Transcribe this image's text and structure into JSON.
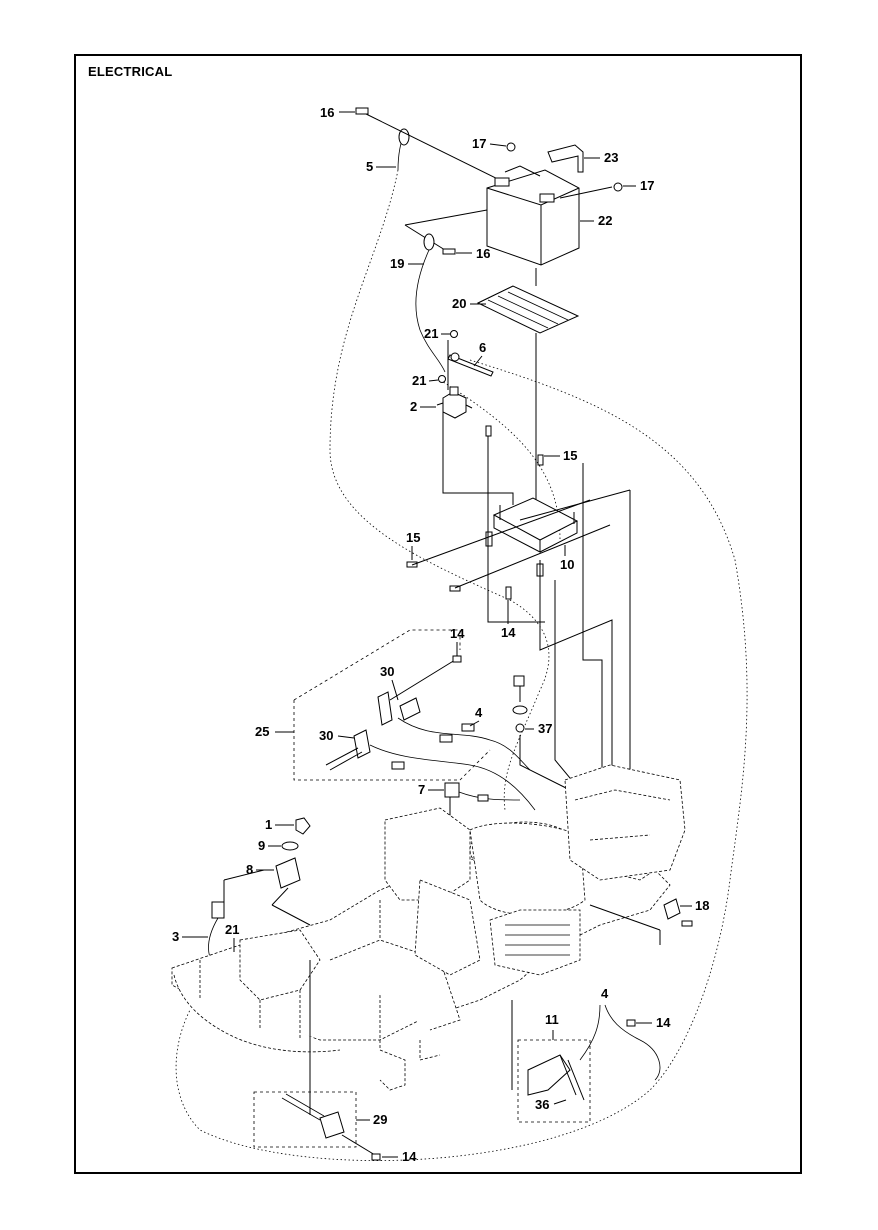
{
  "title": "ELECTRICAL",
  "callouts": {
    "c16a": "16",
    "c5": "5",
    "c17a": "17",
    "c23": "23",
    "c17b": "17",
    "c22": "22",
    "c16b": "16",
    "c19": "19",
    "c20": "20",
    "c21a": "21",
    "c6": "6",
    "c21b": "21",
    "c2": "2",
    "c15a": "15",
    "c15b": "15",
    "c10": "10",
    "c14a": "14",
    "c14b": "14",
    "c30a": "30",
    "c4a": "4",
    "c25": "25",
    "c30b": "30",
    "c37": "37",
    "c7": "7",
    "c1": "1",
    "c9": "9",
    "c8": "8",
    "c18": "18",
    "c3": "3",
    "c21c": "21",
    "c4b": "4",
    "c14c": "14",
    "c11": "11",
    "c36": "36",
    "c29": "29",
    "c14d": "14"
  }
}
